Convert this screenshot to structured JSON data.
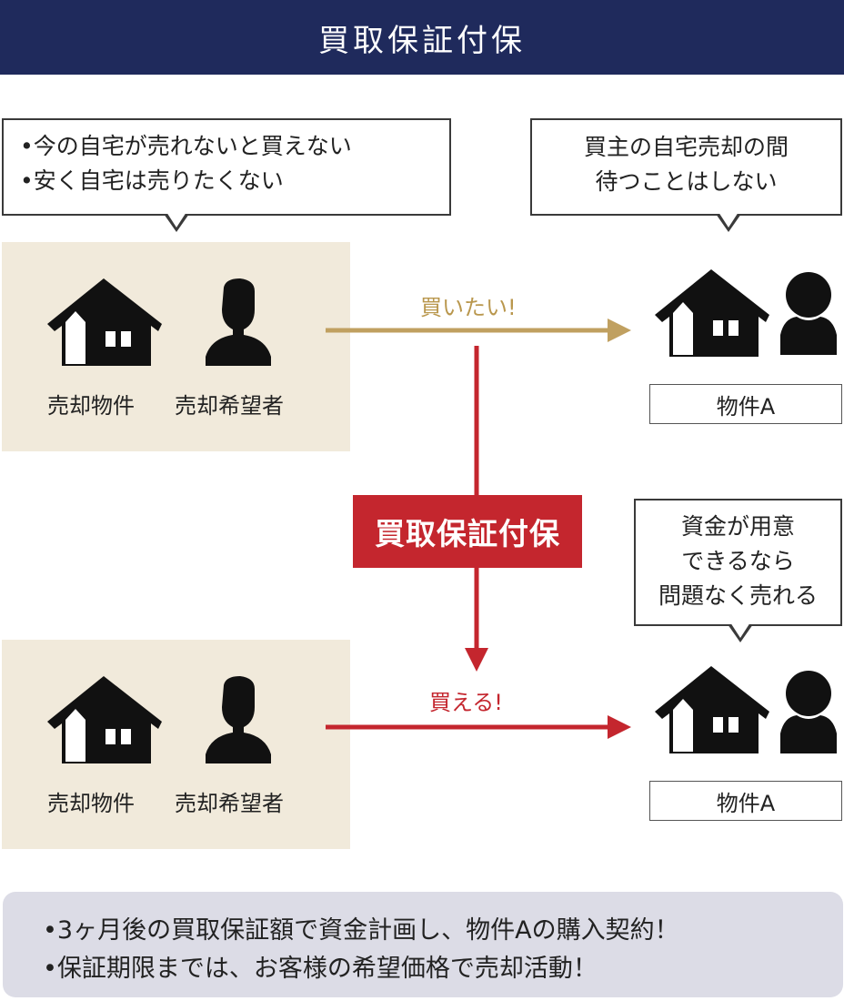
{
  "header": {
    "title": "買取保証付保"
  },
  "bubbles": {
    "seller": {
      "lines": [
        "•今の自宅が売れないと買えない",
        "•安く自宅は売りたくない"
      ]
    },
    "buyer": {
      "lines": [
        "買主の自宅売却の間",
        "待つことはしない"
      ]
    },
    "buyer_after": {
      "lines": [
        "資金が用意",
        "できるなら",
        "問題なく売れる"
      ]
    }
  },
  "top_row": {
    "caption_property": "売却物件",
    "caption_person": "売却希望者",
    "arrow_label": "買いたい!",
    "target_label": "物件A"
  },
  "center": {
    "badge": "買取保証付保"
  },
  "bottom_row": {
    "caption_property": "売却物件",
    "caption_person": "売却希望者",
    "arrow_label": "買える!",
    "target_label": "物件A"
  },
  "summary": {
    "lines": [
      "•3ヶ月後の買取保証額で資金計画し、物件Aの購入契約！",
      "•保証期限までは、お客様の希望価格で売却活動！"
    ]
  },
  "colors": {
    "header_bg": "#1f2a5c",
    "panel_bg": "#f1eadb",
    "gold_arrow": "#c0a060",
    "red_accent": "#c4262e",
    "summary_bg": "#dcdce6"
  },
  "icons": [
    "house-icon",
    "person-icon"
  ]
}
